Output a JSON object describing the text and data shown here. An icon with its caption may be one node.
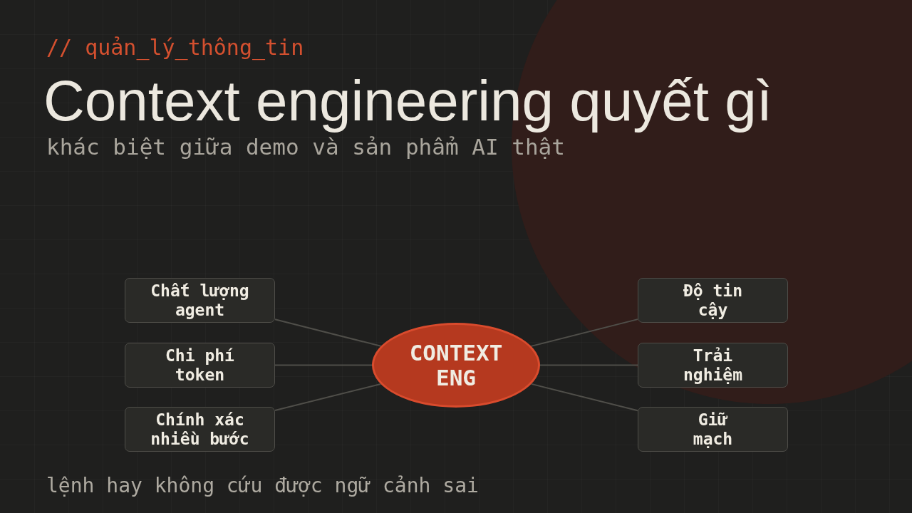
{
  "diagram": {
    "title": "Context engineering quyết gì",
    "nodes": [
      {
        "text": [
          "Chất lượng agent"
        ]
      },
      {
        "text": [
          "Độ tin cậy"
        ]
      },
      {
        "text": [
          "Chi phí token"
        ]
      },
      {
        "text": [
          "CONTEXT ENG"
        ]
      },
      {
        "text": [
          "Trải nghiệm"
        ]
      },
      {
        "text": [
          "Chính xác nhiều bước"
        ]
      },
      {
        "text": [
          "Giữ mạch"
        ]
      }
    ],
    "edges": [
      {
        "from": 3,
        "to": 0,
        "arrow": "none"
      },
      {
        "from": 3,
        "to": 1,
        "arrow": "none"
      },
      {
        "from": 3,
        "to": 2,
        "arrow": "none"
      },
      {
        "from": 3,
        "to": 4,
        "arrow": "none"
      },
      {
        "from": 3,
        "to": 5,
        "arrow": "none"
      },
      {
        "from": 3,
        "to": 6,
        "arrow": "none"
      }
    ],
    "labels": [
      "// quản_lý_thông_tin",
      "khác biệt giữa demo và sản phẩm AI thật",
      "lệnh hay không cứu được ngữ cảnh sai"
    ]
  }
}
